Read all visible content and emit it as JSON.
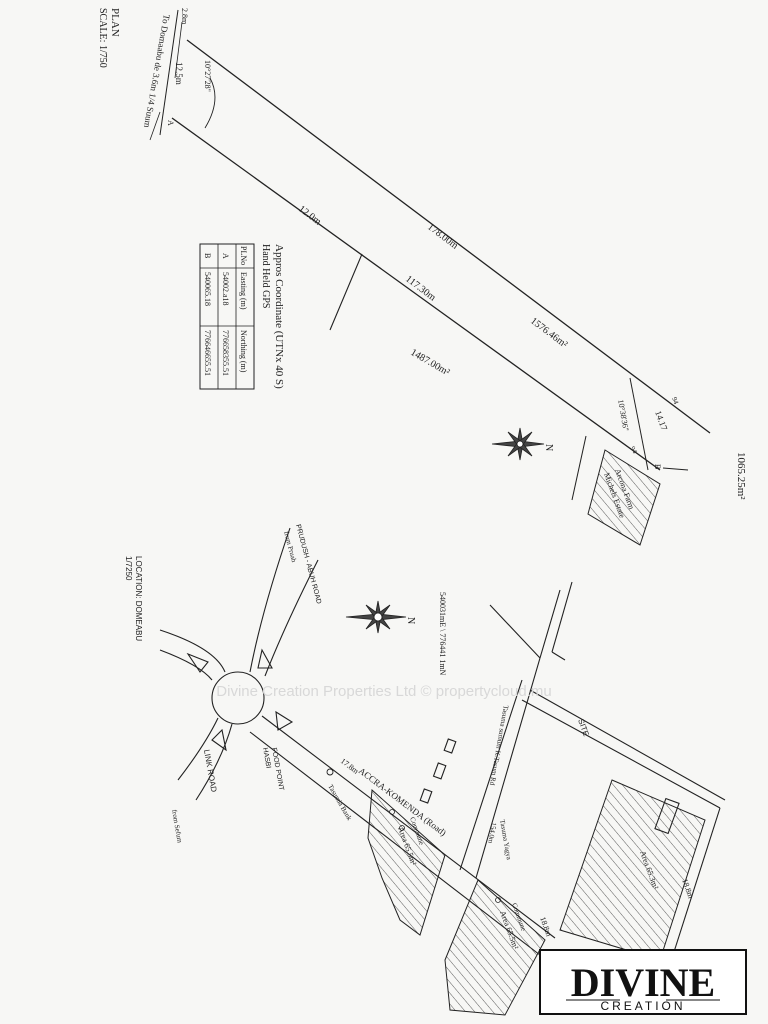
{
  "plan": {
    "title": "PLAN",
    "scale": "SCALE: 1/750"
  },
  "coordinates": {
    "title": "Appros Coordinate (UTNx 40 S)",
    "subtitle": "Hand Held GPS",
    "headers": [
      "PLNo",
      "Easting (m)",
      "Northing (m)"
    ],
    "rows": [
      [
        "A",
        "54002.a18",
        "776658355.51"
      ],
      [
        "B",
        "540065.18",
        "776646655.51"
      ]
    ]
  },
  "survey": {
    "side_top": "178.00m",
    "side_bottom": "117.30m",
    "side_width": "12.0m",
    "area_upper": "1576.46m²",
    "area_lower": "1487.00m²",
    "corner_right": "1065.25m²",
    "angle_left": "10°27'28\"",
    "angle_right": "10°38'36\"",
    "seg_left_1": "12.5m",
    "seg_right_1": "14.17",
    "seg_right_2": "94",
    "seg_right_3": "94",
    "point_a": "A",
    "point_b": "B",
    "edge_top_left": "2.8m",
    "edge_note": "To Domaabu de 3.6m 1/4 Suum",
    "arcona": "Arcona Farm",
    "michels": "Michels Estate",
    "north": "N"
  },
  "location": {
    "label": "LOCATION: DOMEABU",
    "scale": "1/7250",
    "ref_coord": "540031mE \\ 776441 1mN",
    "road_main": "ACCRA-KOMENDA (Road)",
    "road_dist": "17.8m",
    "road_link": "LINK ROAD",
    "from_sefwi": "from Sefum",
    "road_pruda": "PRUDUSH - ABUH ROAD",
    "from_pruda": "from Pruah",
    "food_point": "FOOD POINT",
    "hasbi": "HASBI",
    "tasumia_bank": "Tasumia Bank",
    "site": "SITE",
    "tasuma_yagya": "Tasuma Yagya",
    "side_road": "Tasuma sumum K.Tasum Rd",
    "side_road_dist": "154.0m",
    "area_left": "Area 65.5m²",
    "area_mid": "Area 65.5m²",
    "area_right": "Area 65.3m²",
    "comm_left": "Commune",
    "comm_mid": "Commune",
    "dist_right": "18.8m",
    "dist_bottom": "18.8m",
    "north": "N"
  },
  "watermark": "Divine Creation Properties Ltd © propertycloud.mu",
  "logo": {
    "name": "DIVINE",
    "tagline": "CREATION"
  }
}
